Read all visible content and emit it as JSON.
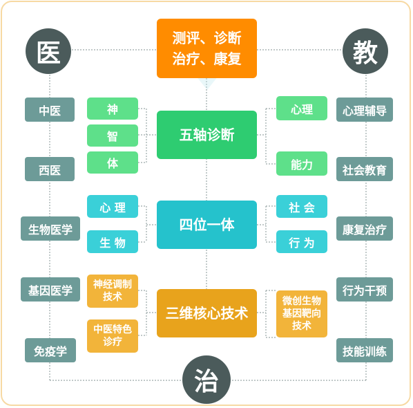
{
  "circles": {
    "left": "医",
    "right": "教",
    "bottom": "治"
  },
  "top_box": {
    "line1": "测评、诊断",
    "line2": "治疗、康复"
  },
  "left_column": [
    "中医",
    "西医",
    "生物医学",
    "基因医学",
    "免疫学"
  ],
  "right_column": [
    "心理辅导",
    "社会教育",
    "康复治疗",
    "行为干预",
    "技能训练"
  ],
  "rows": {
    "five_axis": {
      "title": "五轴诊断",
      "left": [
        "神",
        "智",
        "体"
      ],
      "right": [
        "心理",
        "能力"
      ]
    },
    "four_in_one": {
      "title": "四位一体",
      "left": [
        "心 理",
        "生 物"
      ],
      "right": [
        "社 会",
        "行 为"
      ]
    },
    "three_dim": {
      "title": "三维核心技术",
      "left": [
        {
          "line1": "神经调制",
          "line2": "技术"
        },
        {
          "line1": "中医特色",
          "line2": "诊疗"
        }
      ],
      "right": {
        "line1": "微创生物",
        "line2": "基因靶向",
        "line3": "技术"
      }
    }
  },
  "colors": {
    "orange": "#ff8c00",
    "green": "#2ecc71",
    "teal": "#25c2cc",
    "amber": "#e8a31c",
    "slate": "#6d9b98",
    "dark_circle": "#4b5b5b",
    "frame": "#f7d9a3"
  }
}
